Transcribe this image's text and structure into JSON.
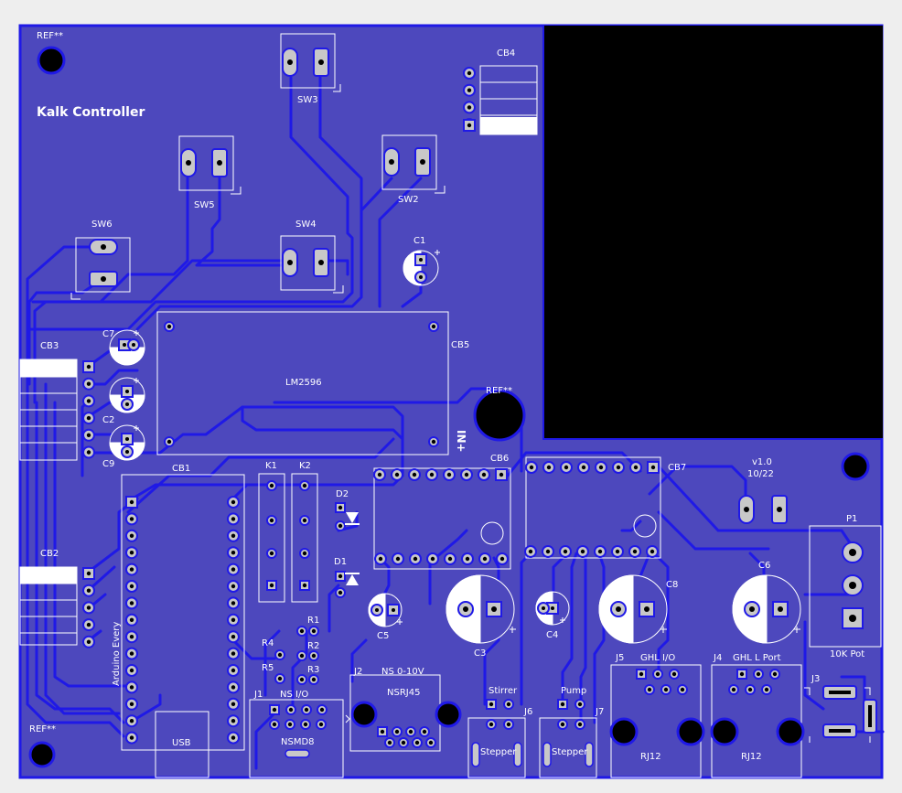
{
  "board": {
    "title": "Kalk Controller",
    "version": "v1.0",
    "date": "10/22",
    "colors": {
      "background": "#eeeeee",
      "copper_fill": "#4d48bd",
      "trace": "#1f19e6",
      "board_outline": "#1f19e6",
      "keepout": "#000000",
      "silkscreen": "#ffffff",
      "pad": "#c8c8c8",
      "hole": "#000000"
    }
  },
  "labels": {
    "ref_top_left": "REF**",
    "ref_bottom_left": "REF**",
    "ref_center": "REF**",
    "sw3": "SW3",
    "sw5": "SW5",
    "sw2": "SW2",
    "sw6": "SW6",
    "sw4": "SW4",
    "c1": "C1",
    "c7": "C7",
    "c2": "C2",
    "c9": "C9",
    "c5": "C5",
    "c3": "C3",
    "c4": "C4",
    "c8": "C8",
    "c6": "C6",
    "cb1": "CB1",
    "cb2": "CB2",
    "cb3": "CB3",
    "cb4": "CB4",
    "cb5": "CB5",
    "cb6": "CB6",
    "cb7": "CB7",
    "lm2596": "LM2596",
    "in_plus": "IN+",
    "k1": "K1",
    "k2": "K2",
    "d1": "D1",
    "d2": "D2",
    "r1": "R1",
    "r2": "R2",
    "r3": "R3",
    "r4": "R4",
    "r5": "R5",
    "arduino": "Arduino Every",
    "usb": "USB",
    "j1": "J1",
    "j1_name": "NS I/O",
    "nsmd8": "NSMD8",
    "j2": "J2",
    "j2_name": "NS 0-10V",
    "nsrj45": "NSRJ45",
    "stirrer": "Stirrer",
    "pump": "Pump",
    "j6": "J6",
    "j7": "J7",
    "stepper1": "Stepper",
    "stepper2": "Stepper",
    "j5": "J5",
    "j5_name": "GHL I/O",
    "j4": "J4",
    "j4_name": "GHL L Port",
    "rj12a": "RJ12",
    "rj12b": "RJ12",
    "p1": "P1",
    "pot": "10K Pot",
    "j3": "J3"
  }
}
